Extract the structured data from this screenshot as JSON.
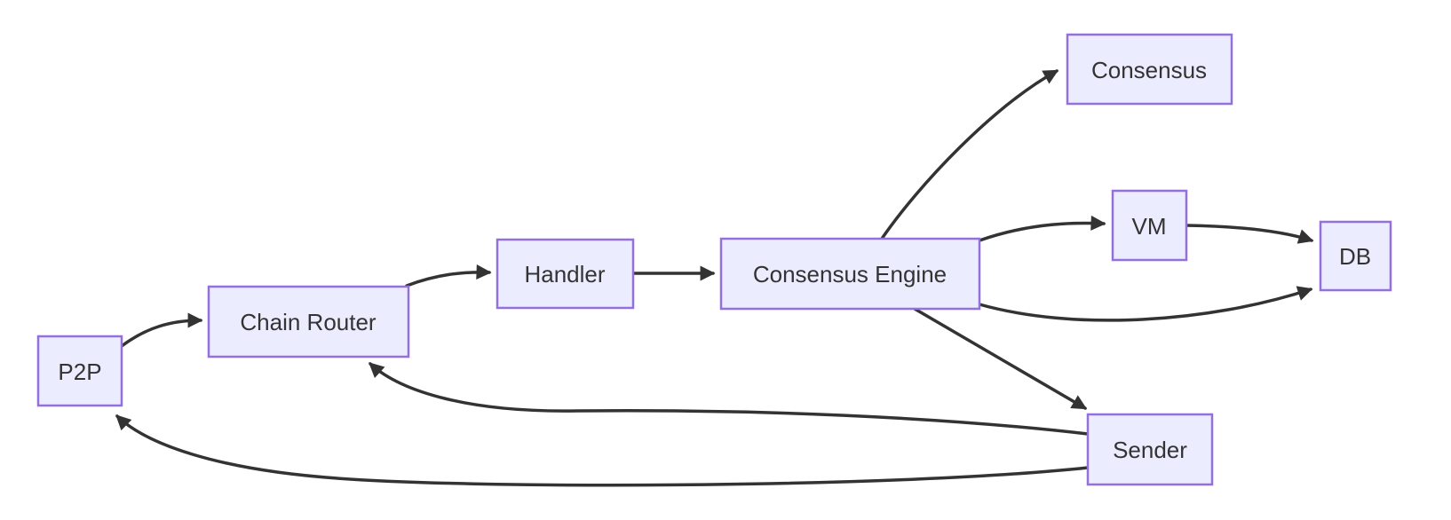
{
  "diagram": {
    "type": "flowchart",
    "direction": "left-to-right",
    "colors": {
      "background": "#ffffff",
      "node_fill": "#ECECFF",
      "node_border": "#9370DB",
      "edge_color": "#333333",
      "text_color": "#333333"
    },
    "nodes": [
      {
        "id": "p2p",
        "label": "P2P"
      },
      {
        "id": "chain_router",
        "label": "Chain Router"
      },
      {
        "id": "handler",
        "label": "Handler"
      },
      {
        "id": "consensus_engine",
        "label": "Consensus Engine"
      },
      {
        "id": "consensus",
        "label": "Consensus"
      },
      {
        "id": "vm",
        "label": "VM"
      },
      {
        "id": "db",
        "label": "DB"
      },
      {
        "id": "sender",
        "label": "Sender"
      }
    ],
    "edges": [
      {
        "from": "P2P",
        "to": "Chain Router"
      },
      {
        "from": "Chain Router",
        "to": "Handler"
      },
      {
        "from": "Handler",
        "to": "Consensus Engine"
      },
      {
        "from": "Consensus Engine",
        "to": "Consensus"
      },
      {
        "from": "Consensus Engine",
        "to": "VM"
      },
      {
        "from": "VM",
        "to": "DB"
      },
      {
        "from": "Consensus Engine",
        "to": "DB"
      },
      {
        "from": "Consensus Engine",
        "to": "Sender"
      },
      {
        "from": "Sender",
        "to": "Chain Router"
      },
      {
        "from": "Sender",
        "to": "P2P"
      }
    ]
  }
}
